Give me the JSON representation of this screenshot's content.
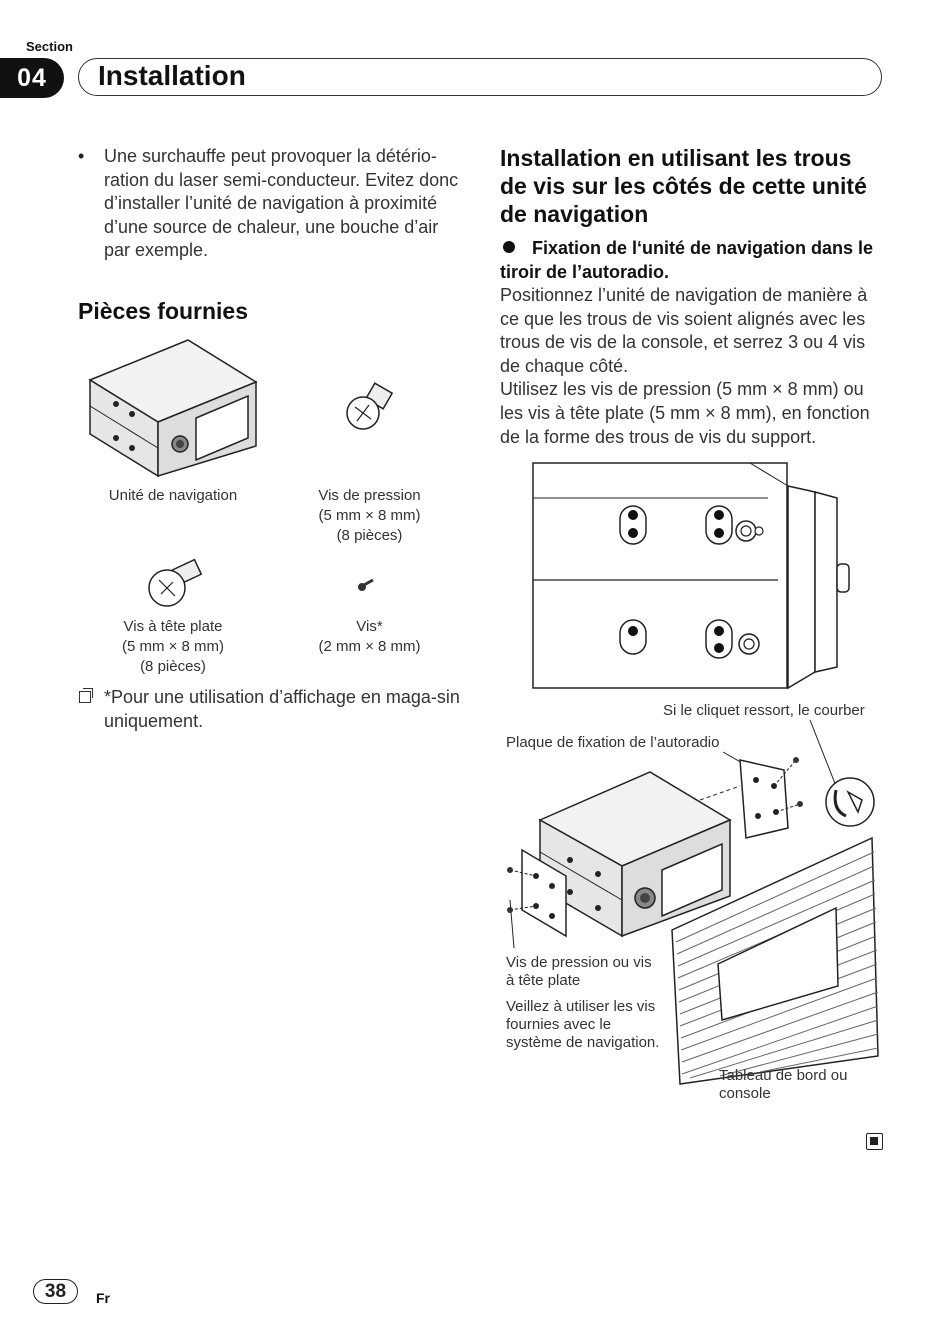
{
  "header": {
    "section_label": "Section",
    "section_number": "04",
    "title": "Installation"
  },
  "left": {
    "bullet_text": "Une surchauffe peut provoquer la détério-ration du laser semi-conducteur. Evitez donc d’installer l’unité de navigation à proximité d’une source de chaleur, une bouche d’air par exemple.",
    "parts_heading": "Pièces fournies",
    "parts": [
      {
        "label": "Unité de navigation",
        "icon": "navigation-unit-icon"
      },
      {
        "label": "Vis de pression\n(5 mm × 8 mm)\n(8 pièces)",
        "icon": "pressure-screw-icon"
      },
      {
        "label": "Vis à tête plate\n(5 mm × 8 mm)\n(8 pièces)",
        "icon": "flat-head-screw-icon"
      },
      {
        "label": "Vis*\n(2 mm × 8 mm)",
        "icon": "small-screw-icon"
      }
    ],
    "note": "*Pour une utilisation d’affichage en maga-sin uniquement."
  },
  "right": {
    "heading": "Installation en utilisant les trous de vis sur les côtés de cette unité de navigation",
    "subheading": "Fixation de l‘unité de navigation dans le tiroir de l’autoradio.",
    "paragraph": "Positionnez l’unité de navigation de manière à ce que les trous de vis soient alignés avec les trous de vis de la console, et serrez 3 ou 4 vis de chaque côté.\nUtilisez les vis de pression (5 mm × 8 mm) ou les vis à tête plate (5 mm × 8 mm), en fonction de la forme des trous de vis du support.",
    "diagram_labels": {
      "spring": "Si le cliquet ressort, le courber",
      "plate": "Plaque de fixation de l’autoradio",
      "screws": "Vis de pression ou vis\nà tête plate",
      "supplied": "Veillez à utiliser les vis\nfournies avec le\nsystème de navigation.",
      "dashboard": "Tableau de bord ou\nconsole"
    }
  },
  "footer": {
    "page_number": "38",
    "language": "Fr"
  }
}
